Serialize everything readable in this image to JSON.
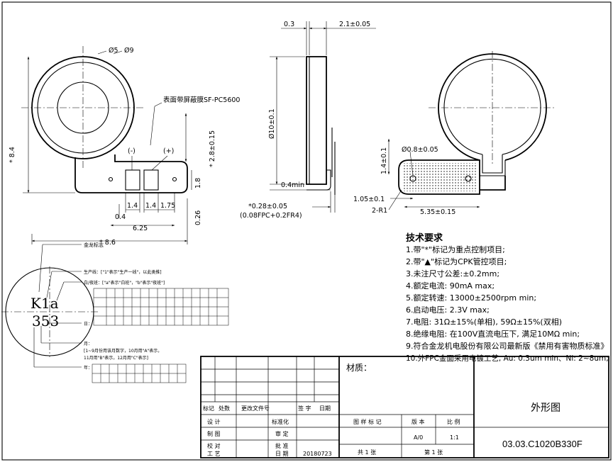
{
  "title_block": {
    "material_label": "材质：",
    "part_name": "外形图",
    "drawing_no": "03.03.C1020B330F",
    "rev_headers": [
      "标记",
      "处数",
      "更改文件号",
      "签 字",
      "日期"
    ],
    "design": "设 计",
    "standardize": "标准化",
    "draw": "制 图",
    "review": "审 定",
    "check": "校 对",
    "approve": "批 准",
    "process": "工 艺",
    "date_label": "日 期",
    "date_value": "20180723",
    "pattern_mark": "图 样 标 记",
    "version_label": "版 本",
    "scale_label": "比 例",
    "version": "A/0",
    "scale": "1:1",
    "total_sheets": "共 1 张",
    "sheet_no": "第 1 张"
  },
  "front_view": {
    "dia_inner": "Ø5",
    "dia_outer": "Ø9",
    "film_note": "表面带屏蔽膜SF-PC5600",
    "neg": "(-)",
    "pos": "(+)",
    "dim_8_4": "* 8.4",
    "dim_2_8": "* 2.8±0.15",
    "dim_1_8": "1.8",
    "dim_1_4a": "1.4",
    "dim_1_4b": "1.4",
    "dim_1_75": "1.75",
    "dim_0_4": "0.4",
    "dim_6_25": "6.25",
    "dim_0_26": "0.26",
    "dim_8_6": "* 8.6"
  },
  "side_view": {
    "dim_0_3": "0.3",
    "dim_2_1": "2.1±0.05",
    "dim_dia10": "Ø10±0.1",
    "dim_0_4min": "0.4min",
    "dim_0_28": "*0.28±0.05",
    "dim_0_28_note": "(0.08FPC+0.2FR4)"
  },
  "back_view": {
    "dim_dia08": "Ø0.8±0.05",
    "dim_1_4": "1.4±0.1",
    "dim_1_05": "1.05±0.1",
    "dim_2r1": "2-R1",
    "dim_5_35": "5.35±0.15"
  },
  "marking": {
    "text1": "K1a",
    "text2": "353",
    "note_logo": "金龙标志",
    "note_line": "生产线：[\"1\"表示\"生产一线\"，以此类推]",
    "note_shift": "白/夜班：[\"a\"表示\"白班\"，\"b\"表示\"夜班\"]",
    "note_day": "日：",
    "note_month": "月：",
    "note_month_desc1": "[1~9月份用该月数字，10月用\"A\"表示，",
    "note_month_desc2": "11月用\"B\"表示，12月用\"C\"表示]",
    "note_year": "年："
  },
  "tech_req": {
    "heading": "技术要求",
    "items": [
      "1.带\"*\"标记为重点控制项目;",
      "2.带\"▲\"标记为CPK管控项目;",
      "3.未注尺寸公差:±0.2mm;",
      "4.额定电流: 90mA max;",
      "5.额定转速: 13000±2500rpm min;",
      "6.启动电压: 2.3V max;",
      "7.电阻: 31Ω±15%(单相), 59Ω±15%(双相)",
      "8.绝缘电阻: 在100V直流电压下, 满足10MΩ min;",
      "9.符合金龙机电股份有限公司最新版《禁用有害物质标准》",
      "10.外FPC金面采用电镀工艺, Au: 0.3um min、Ni: 2~8um;"
    ]
  }
}
